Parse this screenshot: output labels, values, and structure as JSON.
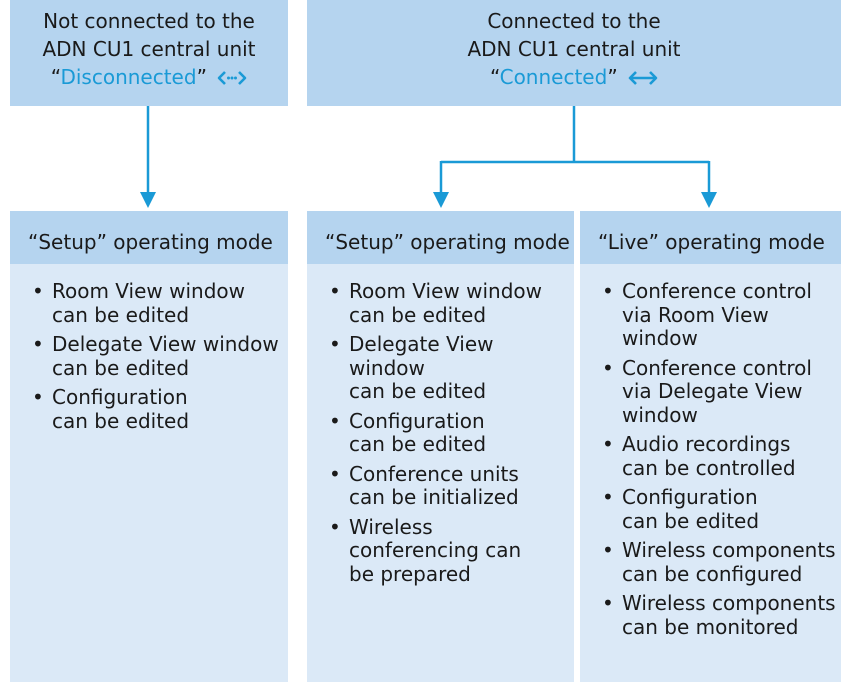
{
  "colors": {
    "accent": "#1a9ad6",
    "header_bg": "#b5d4ef",
    "body_bg": "#dbe9f7"
  },
  "left_top": {
    "line1": "Not connected to the",
    "line2": "ADN CU1 central unit",
    "quote_open": "“",
    "status": "Disconnected",
    "quote_close": "”",
    "icon": "disconnected-arrows-icon"
  },
  "right_top": {
    "line1": "Connected to the",
    "line2": "ADN CU1 central unit",
    "quote_open": "“",
    "status": "Connected",
    "quote_close": "”",
    "icon": "connected-arrows-icon"
  },
  "columns": [
    {
      "title": "“Setup” operating mode",
      "items": [
        "Room View window\ncan be edited",
        "Delegate View window\ncan be edited",
        "Configuration\ncan be edited"
      ]
    },
    {
      "title": "“Setup” operating mode",
      "items": [
        "Room View window\ncan be edited",
        "Delegate View\nwindow\ncan be edited",
        "Configuration\ncan be edited",
        "Conference units\ncan be initialized",
        "Wireless\nconferencing can\nbe prepared"
      ]
    },
    {
      "title": "“Live” operating mode",
      "items": [
        "Conference control\nvia Room View\nwindow",
        "Conference control\nvia Delegate View\nwindow",
        "Audio recordings\ncan be controlled",
        "Configuration\ncan be edited",
        "Wireless components\ncan be configured",
        "Wireless components\ncan be monitored"
      ]
    }
  ],
  "bullet": "•"
}
